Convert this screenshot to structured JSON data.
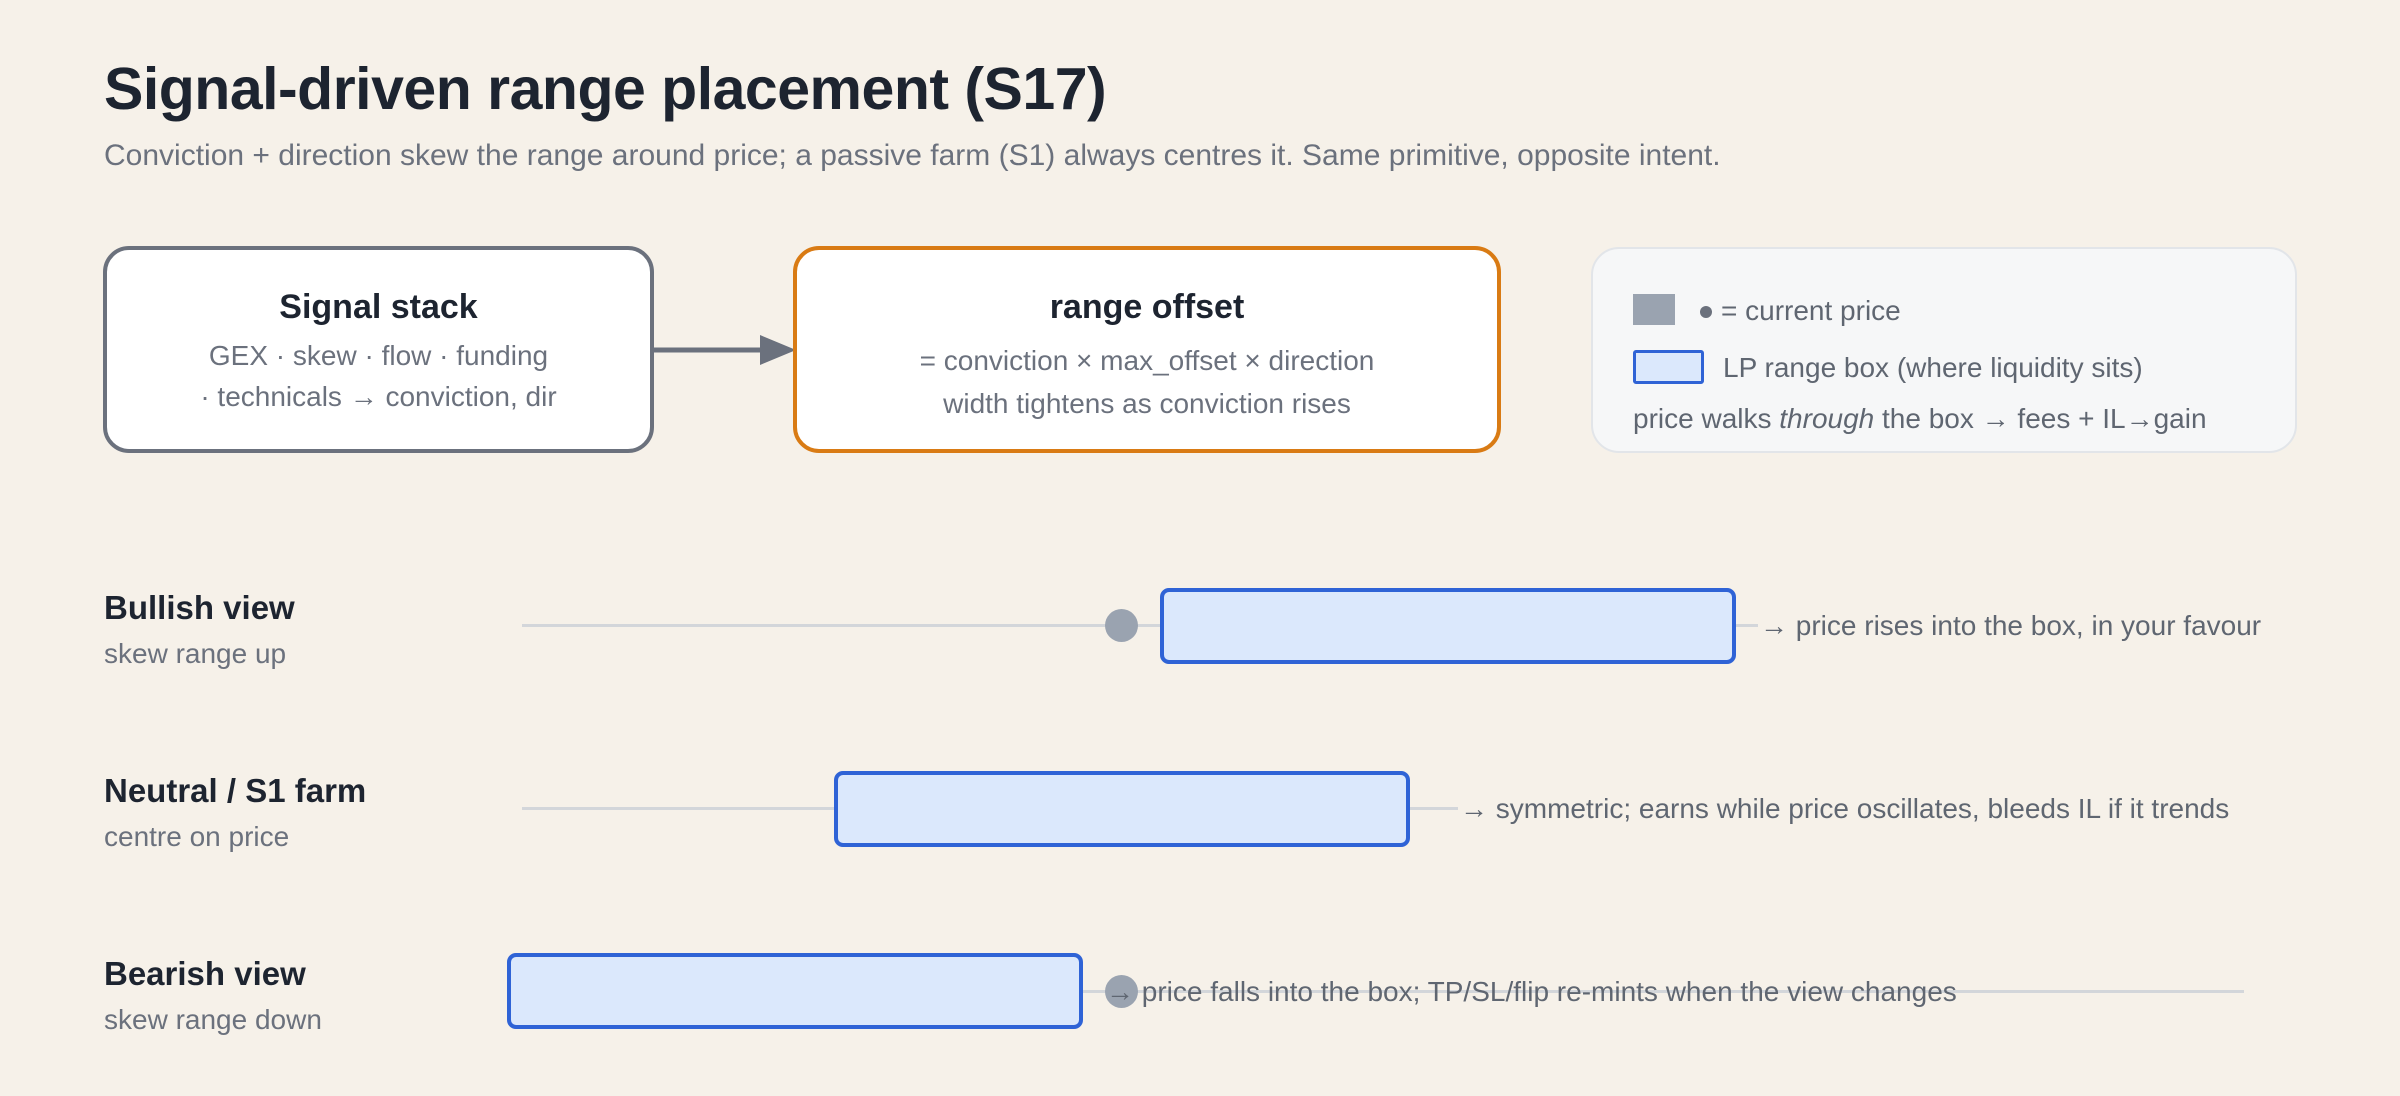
{
  "title": "Signal-driven range placement (S17)",
  "subtitle": "Conviction + direction skew the range around price; a passive farm (S1) always centres it. Same primitive, opposite intent.",
  "signal_card": {
    "title": "Signal stack",
    "line1": "GEX · skew · flow · funding",
    "line2": "· technicals → conviction, dir"
  },
  "offset_card": {
    "title": "range offset",
    "line1": "= conviction × max_offset × direction",
    "line2": "width tightens as conviction rises"
  },
  "legend": {
    "price_label": "= current price",
    "box_label": "LP range box (where liquidity sits)",
    "note_before": "price walks ",
    "note_emphasis": "through",
    "note_after": " the box → fees + IL→gain"
  },
  "rows": [
    {
      "label": "Bullish view",
      "sublabel": "skew range up",
      "note": "→ price rises into the box, in your favour"
    },
    {
      "label": "Neutral / S1 farm",
      "sublabel": "centre on price",
      "note": "→ symmetric; earns while price oscillates, bleeds IL if it trends"
    },
    {
      "label": "Bearish view",
      "sublabel": "skew range down",
      "note": "→ price falls into the box; TP/SL/flip re-mints when the view changes"
    }
  ],
  "colors": {
    "background": "#f6f1e9",
    "signal_border": "#6b717d",
    "offset_border": "#d97b14",
    "lp_box_fill": "#dbe8fc",
    "lp_box_border": "#2f63d6",
    "price_dot": "#9aa3b0",
    "track": "#d3d6da"
  }
}
